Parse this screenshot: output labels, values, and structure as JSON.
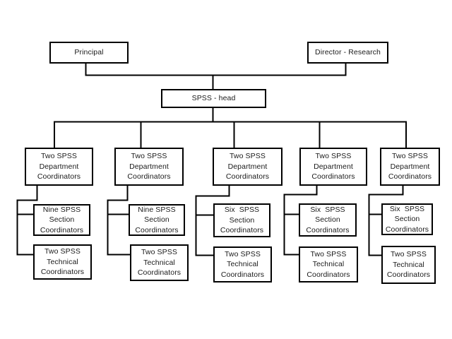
{
  "diagram": {
    "kind": "organization-chart",
    "top": {
      "principal": {
        "lines": [
          "Principal"
        ]
      },
      "director_research": {
        "lines": [
          "Director - Research"
        ]
      }
    },
    "head": {
      "lines": [
        "SPSS - head"
      ]
    },
    "departments": [
      {
        "coordinator": {
          "lines": [
            "Two SPSS",
            "Department",
            "Coordinators"
          ]
        },
        "section": {
          "lines": [
            "Nine SPSS",
            "Section",
            "Coordinators"
          ]
        },
        "technical": {
          "lines": [
            "Two SPSS",
            "Technical",
            "Coordinators"
          ]
        }
      },
      {
        "coordinator": {
          "lines": [
            "Two SPSS",
            "Department",
            "Coordinators"
          ]
        },
        "section": {
          "lines": [
            "Nine SPSS",
            "Section",
            "Coordinators"
          ]
        },
        "technical": {
          "lines": [
            "Two SPSS",
            "Technical",
            "Coordinators"
          ]
        }
      },
      {
        "coordinator": {
          "lines": [
            "Two SPSS",
            "Department",
            "Coordinators"
          ]
        },
        "section": {
          "lines": [
            "Six  SPSS",
            "Section",
            "Coordinators"
          ]
        },
        "technical": {
          "lines": [
            "Two SPSS",
            "Technical",
            "Coordinators"
          ]
        }
      },
      {
        "coordinator": {
          "lines": [
            "Two SPSS",
            "Department",
            "Coordinators"
          ]
        },
        "section": {
          "lines": [
            "Six  SPSS",
            "Section",
            "Coordinators"
          ]
        },
        "technical": {
          "lines": [
            "Two SPSS",
            "Technical",
            "Coordinators"
          ]
        }
      },
      {
        "coordinator": {
          "lines": [
            "Two SPSS",
            "Department",
            "Coordinators"
          ]
        },
        "section": {
          "lines": [
            "Six  SPSS",
            "Section",
            "Coordinators"
          ]
        },
        "technical": {
          "lines": [
            "Two SPSS",
            "Technical",
            "Coordinators"
          ]
        }
      }
    ]
  },
  "colors": {
    "background": "#ffffff",
    "box_fill": "#ffffff",
    "box_border": "#000000",
    "connector_line": "#000000",
    "text": "#1a1a1a"
  }
}
